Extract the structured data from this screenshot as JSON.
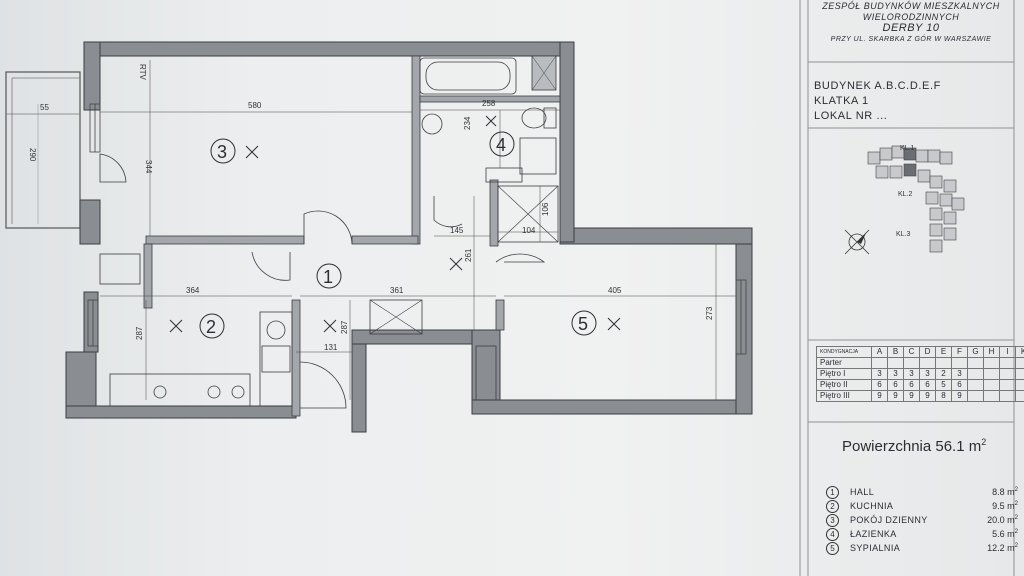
{
  "title_block": {
    "line1": "Zespół budynków mieszkalnych",
    "line2": "wielorodzinnych",
    "line3": "DERBY 10",
    "line4": "przy ul. Skarbka z Gór w Warszawie"
  },
  "info": {
    "building": "BUDYNEK A.B.C.D.E.F",
    "staircase": "KLATKA 1",
    "unit": "LOKAL NR ..."
  },
  "keyplan_labels": [
    "KL.1",
    "KL.2",
    "KL.3"
  ],
  "plan": {
    "rooms": [
      {
        "num": "1"
      },
      {
        "num": "2"
      },
      {
        "num": "3"
      },
      {
        "num": "4"
      },
      {
        "num": "5"
      }
    ],
    "dimensions": [
      "580",
      "344",
      "258",
      "234",
      "364",
      "287",
      "361",
      "405",
      "273",
      "145",
      "104",
      "106",
      "261",
      "287",
      "131",
      "55",
      "290"
    ],
    "annotation": "RTV"
  },
  "table": {
    "header_label": "KONDYGNACJA",
    "columns": [
      "A",
      "B",
      "C",
      "D",
      "E",
      "F",
      "G",
      "H",
      "I",
      "K"
    ],
    "rows": [
      {
        "label": "Parter",
        "values": [
          "",
          "",
          "",
          "",
          "",
          "",
          "",
          "",
          "",
          ""
        ]
      },
      {
        "label": "Piętro I",
        "values": [
          "3",
          "3",
          "3",
          "3",
          "2",
          "3",
          "",
          "",
          "",
          ""
        ]
      },
      {
        "label": "Piętro II",
        "values": [
          "6",
          "6",
          "6",
          "6",
          "5",
          "6",
          "",
          "",
          "",
          ""
        ]
      },
      {
        "label": "Piętro III",
        "values": [
          "9",
          "9",
          "9",
          "9",
          "8",
          "9",
          "",
          "",
          "",
          ""
        ]
      }
    ]
  },
  "area": {
    "label": "Powierzchnia 56.1 m",
    "sup": "2"
  },
  "legend": [
    {
      "num": "1",
      "name": "HALL",
      "area": "8.8 m",
      "sup": "2"
    },
    {
      "num": "2",
      "name": "KUCHNIA",
      "area": "9.5 m",
      "sup": "2"
    },
    {
      "num": "3",
      "name": "POKÓJ DZIENNY",
      "area": "20.0 m",
      "sup": "2"
    },
    {
      "num": "4",
      "name": "ŁAZIENKA",
      "area": "5.6 m",
      "sup": "2"
    },
    {
      "num": "5",
      "name": "SYPIALNIA",
      "area": "12.2 m",
      "sup": "2"
    }
  ],
  "colors": {
    "wall": "#8a8d92",
    "wall_dark": "#5b5e63",
    "line": "#3a3d42",
    "paper": "#eceeef"
  }
}
